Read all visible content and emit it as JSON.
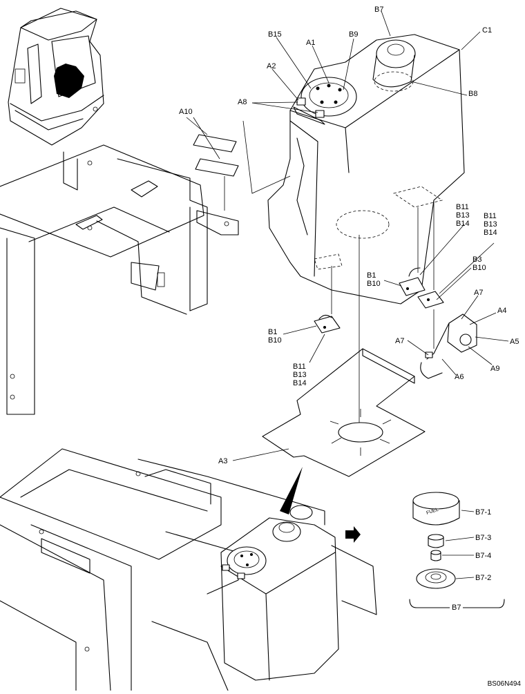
{
  "diagram": {
    "labels": {
      "b7": "B7",
      "c1": "C1",
      "b15": "B15",
      "a1": "A1",
      "b9": "B9",
      "a2": "A2",
      "a8": "A8",
      "b8": "B8",
      "a10": "A10",
      "b11_b13_b14_left": "B11\nB13\nB14",
      "b11_b13_b14_right": "B11\nB13\nB14",
      "b1_b10_upper": "B1\nB10",
      "b3_b10": "B3\nB10",
      "a7_upper": "A7",
      "a4": "A4",
      "a5": "A5",
      "a7_lower": "A7",
      "a9": "A9",
      "a6": "A6",
      "b1_b10_lower": "B1\nB10",
      "b11_b13_b14_lower": "B11\nB13\nB14",
      "a3": "A3",
      "b7_1": "B7-1",
      "b7_3": "B7-3",
      "b7_4": "B7-4",
      "b7_2": "B7-2",
      "b7_group": "B7",
      "fuel_cap_text": "FUEL"
    },
    "reference_code": "BS06N494"
  }
}
